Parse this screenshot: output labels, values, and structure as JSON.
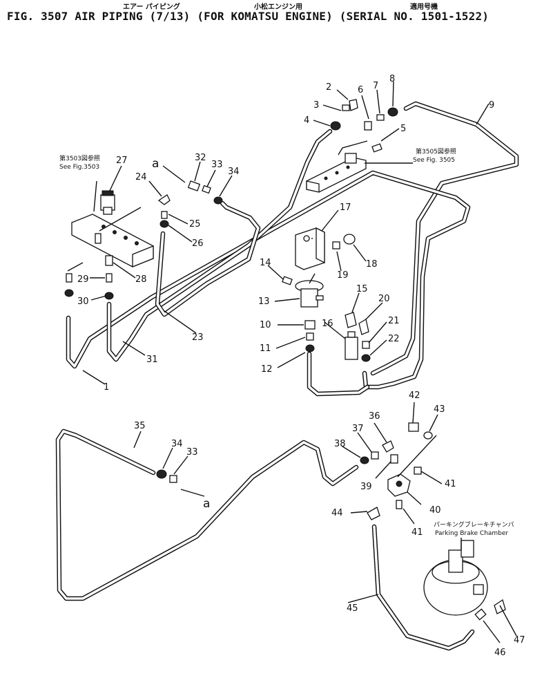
{
  "header": {
    "title": "FIG. 3507  AIR PIPING (7/13) (FOR KOMATSU ENGINE) (SERIAL NO. 1501-1522)",
    "subtitle_air_piping_jp": "エアー パイピング",
    "subtitle_komatsu_engine_jp": "小松エンジン用",
    "subtitle_serial_jp": "適用号機"
  },
  "references": {
    "fig3503_jp": "第3503図参照",
    "fig3503_en": "See Fig.3503",
    "fig3505_jp": "第3505図参照",
    "fig3505_en": "See Fig. 3505",
    "parking_brake_jp": "パーキングブレーキチャンバ",
    "parking_brake_en": "Parking Brake Chamber"
  },
  "connection_marker": "a",
  "callouts": [
    "1",
    "2",
    "3",
    "4",
    "5",
    "6",
    "7",
    "8",
    "9",
    "10",
    "11",
    "12",
    "13",
    "14",
    "15",
    "16",
    "17",
    "18",
    "19",
    "20",
    "21",
    "22",
    "23",
    "24",
    "25",
    "26",
    "27",
    "28",
    "29",
    "30",
    "31",
    "32",
    "33",
    "34",
    "35",
    "36",
    "37",
    "38",
    "39",
    "40",
    "41",
    "42",
    "43",
    "44",
    "45",
    "46",
    "47"
  ]
}
